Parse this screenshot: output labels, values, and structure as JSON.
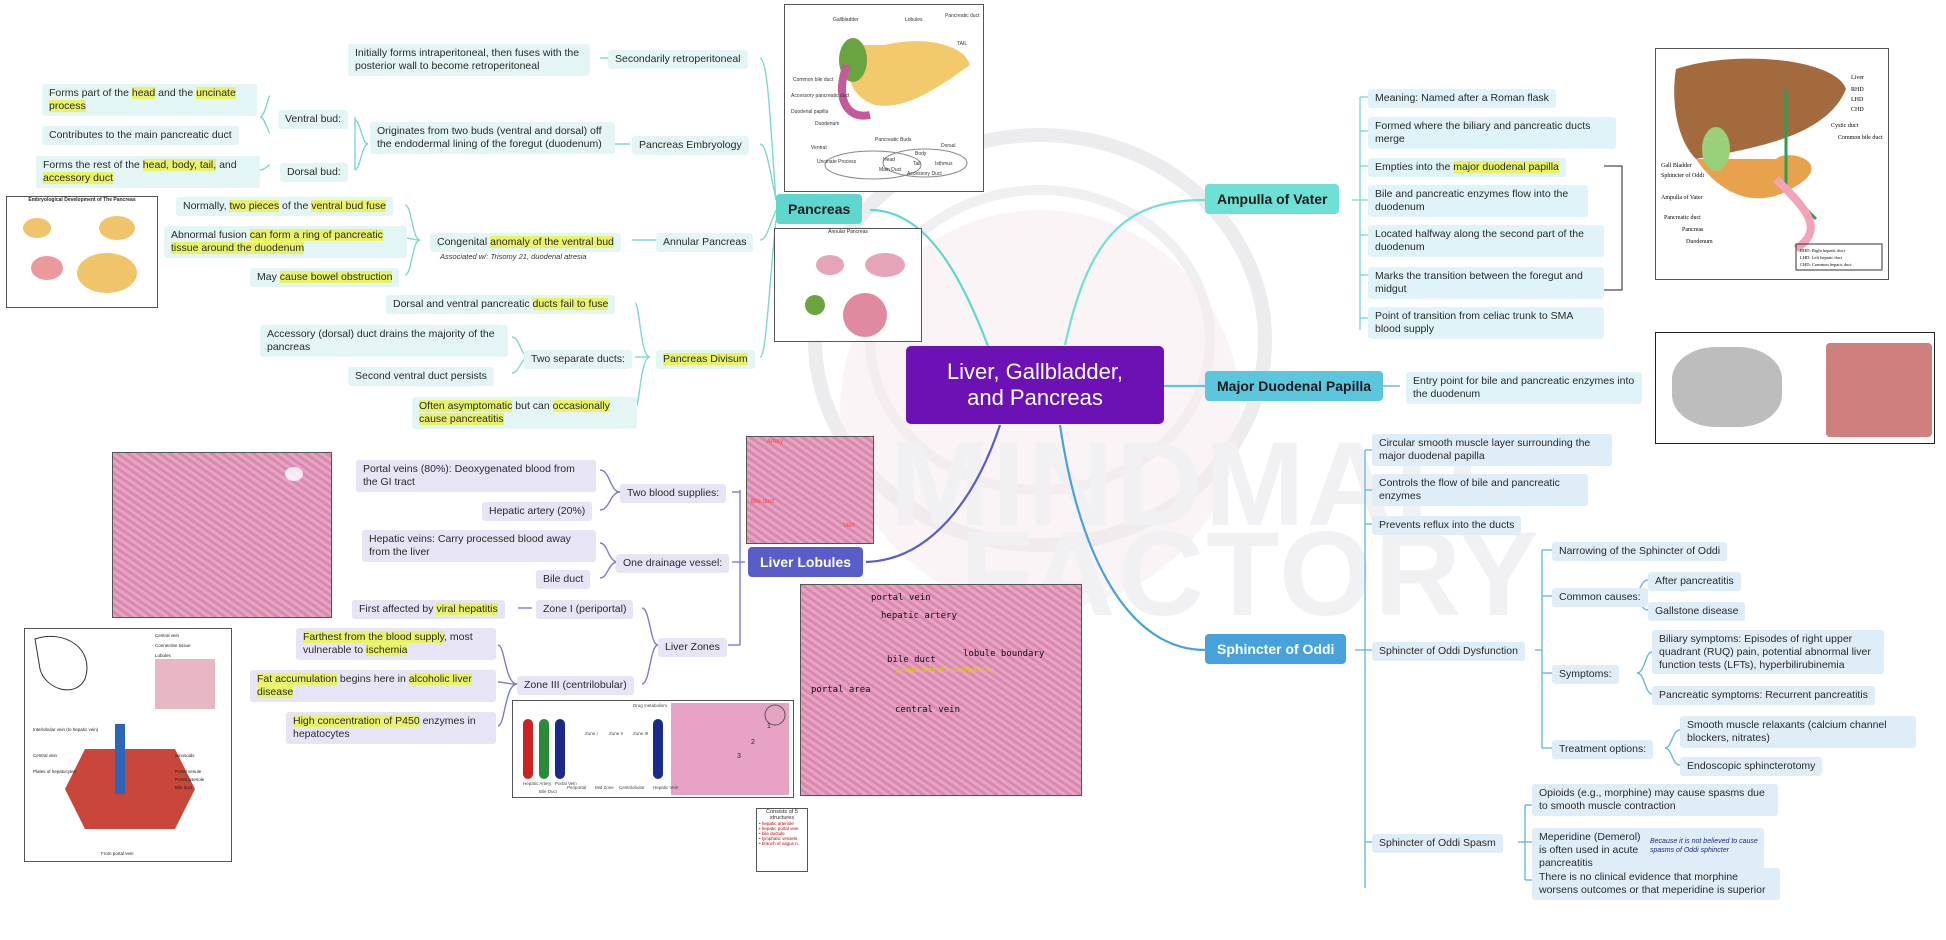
{
  "root": {
    "line1": "Liver, Gallbladder,",
    "line2": "and Pancreas"
  },
  "watermark": {
    "line1": "MINDMAP",
    "line2": "FACTORY"
  },
  "pancreas": {
    "title": "Pancreas",
    "secondarily_retro": "Secondarily retroperitoneal",
    "secondarily_retro_detail": "Initially forms intraperitoneal, then fuses with the posterior wall to become retroperitoneal",
    "embryology": "Pancreas Embryology",
    "embryology_detail": "Originates from two buds (ventral and dorsal) off the endodermal lining of the foregut (duodenum)",
    "ventral_bud": "Ventral bud:",
    "ventral_1_a": "Forms part of the ",
    "ventral_1_b": "head",
    "ventral_1_c": " and the ",
    "ventral_1_d": "uncinate process",
    "ventral_2": "Contributes to the main pancreatic duct",
    "dorsal_bud": "Dorsal bud:",
    "dorsal_1_a": "Forms the rest of the ",
    "dorsal_1_b": "head, body, tail,",
    "dorsal_1_c": " and ",
    "dorsal_1_d": "accessory duct",
    "annular": "Annular Pancreas",
    "congenital_a": "Congenital ",
    "congenital_b": "anomaly of the ventral bud",
    "congenital_note": "Associated w/: Trisomy 21, duodenal atresia",
    "normally_a": "Normally, ",
    "normally_b": "two pieces",
    "normally_c": " of the ",
    "normally_d": "ventral bud fuse",
    "abnormal_a": "Abnormal fusion ",
    "abnormal_b": "can form a ring of pancreatic tissue around the duodenum",
    "bowel_a": "May ",
    "bowel_b": "cause bowel obstruction",
    "divisum": "Pancreas Divisum",
    "dorsal_ventral_a": "Dorsal and ventral pancreatic ",
    "dorsal_ventral_b": "ducts fail to fuse",
    "two_ducts": "Two separate ducts:",
    "accessory": "Accessory (dorsal) duct drains the majority of the pancreas",
    "second_ventral": "Second ventral duct persists",
    "asympt_a": "Often asymptomatic",
    "asympt_b": " but can ",
    "asympt_c": "occasionally cause pancreatitis"
  },
  "ampulla": {
    "title": "Ampulla of Vater",
    "items": [
      "Meaning: Named after a Roman flask",
      "Formed where the biliary and pancreatic ducts merge",
      "Bile and pancreatic enzymes flow into the duodenum",
      "Located halfway along the second part of the duodenum",
      "Marks the transition between the foregut and midgut",
      "Point of transition from celiac trunk to SMA blood supply"
    ],
    "empties_a": "Empties into the ",
    "empties_b": "major duodenal papilla"
  },
  "papilla": {
    "title": "Major Duodenal Papilla",
    "detail": "Entry point for bile and pancreatic enzymes into the duodenum"
  },
  "oddi": {
    "title": "Sphincter of Oddi",
    "circular": "Circular smooth muscle layer surrounding the major duodenal papilla",
    "controls": "Controls the flow of bile and pancreatic enzymes",
    "prevents": "Prevents reflux into the ducts",
    "dysfunction": "Sphincter of Oddi Dysfunction",
    "narrowing": "Narrowing of the Sphincter of Oddi",
    "common_causes": "Common causes:",
    "after_pancreatitis": "After pancreatitis",
    "gallstone": "Gallstone disease",
    "symptoms": "Symptoms:",
    "biliary": "Biliary symptoms: Episodes of right upper quadrant (RUQ) pain, potential abnormal liver function tests (LFTs), hyperbilirubinemia",
    "pancreatic_sym": "Pancreatic symptoms: Recurrent pancreatitis",
    "treatment": "Treatment options:",
    "smooth": "Smooth muscle relaxants (calcium channel blockers, nitrates)",
    "endoscopic": "Endoscopic sphincterotomy",
    "spasm": "Sphincter of Oddi Spasm",
    "opioids": "Opioids (e.g., morphine) may cause spasms due to smooth muscle contraction",
    "meperidine": "Meperidine (Demerol) is often used in acute pancreatitis",
    "meperidine_note": "Because it is not believed to cause spasms of Oddi sphincter",
    "no_evidence": "There is no clinical evidence that morphine worsens outcomes or that meperidine is superior"
  },
  "lobules": {
    "title": "Liver Lobules",
    "two_blood": "Two blood supplies:",
    "portal_veins": "Portal veins (80%): Deoxygenated blood from the GI tract",
    "hepatic_artery": "Hepatic artery (20%)",
    "one_drainage": "One drainage vessel:",
    "hepatic_veins": "Hepatic veins: Carry processed blood away from the liver",
    "bile_duct": "Bile duct",
    "zones": "Liver Zones",
    "zone1": "Zone I (periportal)",
    "first_a": "First affected by ",
    "first_b": "viral hepatitis",
    "zone3": "Zone III (centrilobular)",
    "farthest_a": "Farthest from the blood supply",
    "farthest_b": ", most vulnerable to ",
    "farthest_c": "ischemia",
    "fat_a": "Fat accumulation",
    "fat_b": " begins here in ",
    "fat_c": "alcoholic liver disease",
    "p450_a": "High concentration of P450",
    "p450_b": " enzymes in hepatocytes"
  },
  "figures": {
    "pancreas_labels": [
      "Gallbladder",
      "Lobules",
      "Pancreatic duct",
      "TAIL",
      "Common bile duct",
      "Accessory pancreatic duct",
      "Duodenal papilla",
      "Duodenum",
      "Pancreatic Buds",
      "Ventral",
      "Dorsal",
      "Uncinate Process",
      "Head",
      "Main Duct",
      "Body",
      "Tail",
      "Isthmus",
      "Accessory Duct"
    ],
    "liver_labels": [
      "Liver",
      "RHD",
      "LHD",
      "CHD",
      "Cystic duct",
      "Common bile duct",
      "Gall Bladder",
      "Sphincter of Oddi",
      "Ampulla of Vater",
      "Pancreatic duct",
      "Pancreas",
      "Duodenum"
    ],
    "liver_key": [
      "RHD: Right hepatic duct",
      "LHD: Left hepatic duct",
      "CHD: Common hepatic duct"
    ],
    "embryo_title": "Embryological Development of The Pancreas",
    "annular_title": "Annular Pancreas",
    "histo_labels": [
      "portal vein",
      "hepatic artery",
      "bile duct",
      "lobule boundary",
      "portal area",
      "central vein"
    ],
    "histo_note": "(unique area of a stating lobule)",
    "artery_labels": [
      "Artery",
      "Bile duct",
      "Vein"
    ],
    "lobule_labels": [
      "Central vein",
      "Connective tissue",
      "Lobules",
      "Interlobular vein (to hepatic vein)",
      "Central vein",
      "Plates of hepatocytes",
      "Sinusoids",
      "Portal venule",
      "Portal arteriole",
      "Bile duct",
      "From portal vein"
    ],
    "zone_labels": [
      "Hepatic Artery",
      "Bile Duct",
      "Portal Vein",
      "Zone I",
      "Zone II",
      "Zone III",
      "Hepatic Vein",
      "Periportal",
      "Mid Zone",
      "Centrilobular",
      "Drug metabolism"
    ],
    "zone_numbers": [
      "1",
      "2",
      "3"
    ],
    "triad_note_title": "Consists of 5 structures",
    "triad_note_items": [
      "hepatic arteriole",
      "hepatic portal vein",
      "bile ductule",
      "lymphatic vessels",
      "branch of vagus n."
    ]
  },
  "colors": {
    "root": "#6c12b5",
    "pancreas": "#5fd7cf",
    "ampulla": "#6fe0d6",
    "papilla": "#5cc6de",
    "oddi": "#47a2dc",
    "lobules": "#5a5cc8",
    "highlight": "#e8f36a"
  }
}
